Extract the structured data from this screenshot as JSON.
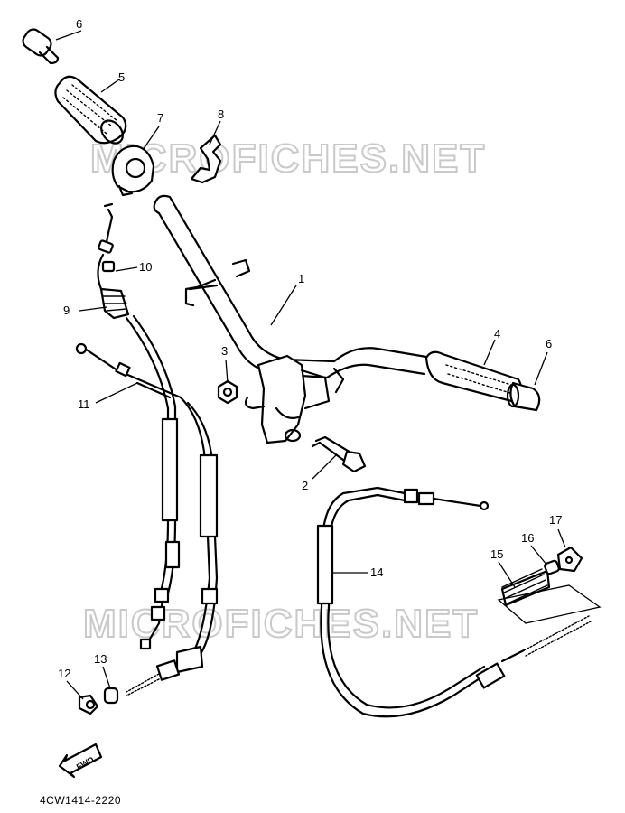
{
  "watermark": {
    "text": "MICROFICHES.NET"
  },
  "diagram_code": "4CW1414-2220",
  "fwd_label": "FWD",
  "callouts": {
    "c1": "1",
    "c2": "2",
    "c3": "3",
    "c4": "4",
    "c5": "5",
    "c6a": "6",
    "c6b": "6",
    "c7": "7",
    "c8": "8",
    "c9": "9",
    "c10": "10",
    "c11": "11",
    "c12": "12",
    "c13": "13",
    "c14": "14",
    "c15": "15",
    "c16": "16",
    "c17": "17"
  }
}
